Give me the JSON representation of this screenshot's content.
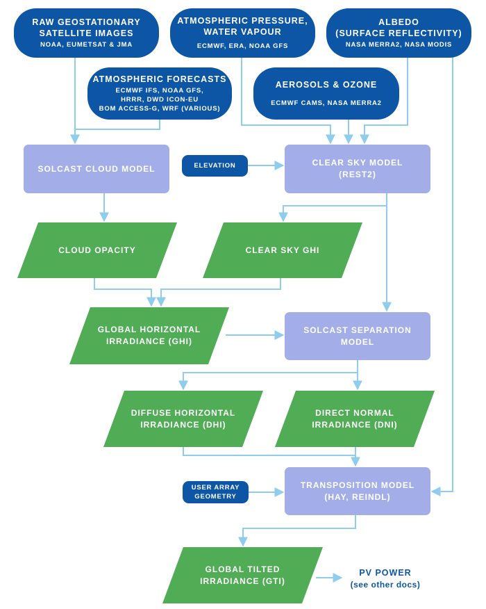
{
  "nodes": {
    "raw_geo": {
      "title_line1": "RAW GEOSTATIONARY",
      "title_line2": "SATELLITE IMAGES",
      "sub_line1": "NOAA, EUMETSAT & JMA"
    },
    "atm_pressure": {
      "title_line1": "ATMOSPHERIC PRESSURE,",
      "title_line2": "WATER VAPOUR",
      "sub_line1": "ECMWF, ERA, NOAA GFS"
    },
    "albedo": {
      "title_line1": "ALBEDO",
      "title_line2": "(SURFACE REFLECTIVITY)",
      "sub_line1": "NASA MERRA2, NASA MODIS"
    },
    "atm_forecasts": {
      "title_line1": "ATMOSPHERIC FORECASTS",
      "sub_line1": "ECMWF IFS, NOAA GFS,",
      "sub_line2": "HRRR, DWD ICON-EU",
      "sub_line3": "BOM ACCESS-G, WRF (VARIOUS)"
    },
    "aerosols": {
      "title_line1": "AEROSOLS & OZONE",
      "sub_line1": "ECMWF CAMS, NASA MERRA2"
    },
    "cloud_model": {
      "line1": "SOLCAST CLOUD MODEL"
    },
    "elevation": {
      "line1": "ELEVATION"
    },
    "clear_sky_model": {
      "line1": "CLEAR SKY MODEL",
      "line2": "(REST2)"
    },
    "cloud_opacity": {
      "line1": "CLOUD OPACITY"
    },
    "clear_sky_ghi": {
      "line1": "CLEAR SKY GHI"
    },
    "ghi": {
      "line1": "GLOBAL HORIZONTAL",
      "line2": "IRRADIANCE (GHI)"
    },
    "separation_model": {
      "line1": "SOLCAST SEPARATION",
      "line2": "MODEL"
    },
    "dhi": {
      "line1": "DIFFUSE HORIZONTAL",
      "line2": "IRRADIANCE (DHI)"
    },
    "dni": {
      "line1": "DIRECT NORMAL",
      "line2": "IRRADIANCE (DNI)"
    },
    "user_array": {
      "line1": "USER ARRAY",
      "line2": "GEOMETRY"
    },
    "transposition_model": {
      "line1": "TRANSPOSITION MODEL",
      "line2": "(HAY, REINDL)"
    },
    "gti": {
      "line1": "GLOBAL TILTED",
      "line2": "IRRADIANCE (GTI)"
    },
    "pv_power": {
      "line1": "PV POWER",
      "line2": "(see other docs)"
    }
  },
  "colors": {
    "source": "#0d56a6",
    "model": "#a3aee9",
    "output": "#50ac55",
    "connector": "#8fcdef",
    "text_light": "#ffffff",
    "text_dark": "#0d56a6"
  }
}
